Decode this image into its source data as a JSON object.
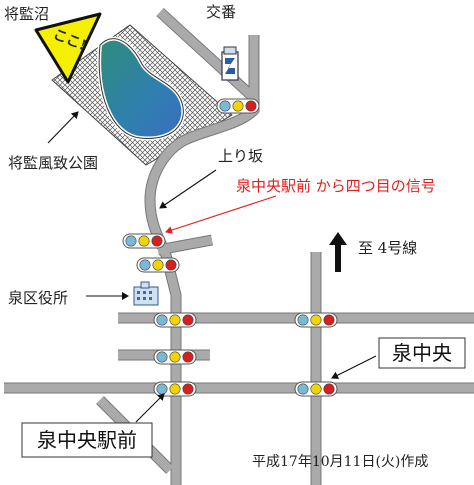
{
  "labels": {
    "pond": "将監沼",
    "police_box": "交番",
    "park": "将監風致公園",
    "slope": "上り坂",
    "signal_note": "泉中央駅前 から四つ目の信号",
    "route4": "至 4号線",
    "ward_office": "泉区役所",
    "izumi_chuo": "泉中央",
    "station": "泉中央駅前",
    "date": "平成17年10月11日(火)作成"
  },
  "marker": {
    "text": "ここ!"
  },
  "colors": {
    "road": "#a9a9a9",
    "road_edge": "#777777",
    "note": "#e02020",
    "marker_fill": "#f5f000",
    "signal_red": "#d42020",
    "signal_yellow": "#f2d400",
    "signal_blue": "#7ab8d8"
  },
  "icons": [
    "police-box-icon",
    "ward-office-building-icon",
    "traffic-signal-icon",
    "route-arrow-icon"
  ]
}
